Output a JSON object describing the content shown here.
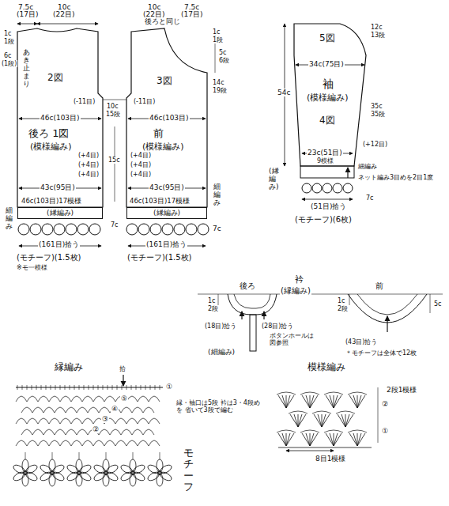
{
  "diagram": {
    "nodes": [
      {
        "text": [
          "2図",
          "後ろ 1図",
          "(模様編み)"
        ]
      },
      {
        "text": [
          "3図",
          "前",
          "(模様編み)"
        ]
      },
      {
        "text": [
          "5図",
          "袖",
          "(模様編み)",
          "4図"
        ]
      },
      {
        "text": [
          "(縁編み)"
        ]
      },
      {
        "text": [
          "(縁編み)"
        ]
      }
    ],
    "labels": [
      "7.5c",
      "(17目)",
      "10c",
      "(22目)",
      "10c",
      "(22目)",
      "7.5c",
      "(17目)",
      "後ろと同じ",
      "1c",
      "1段",
      "6c",
      "(1段)",
      "あき止まり",
      "(-11目)",
      "(-11目)",
      "46c(103目)",
      "46c(103目)",
      "10c",
      "15段",
      "(+4目)",
      "(+4目)",
      "(+4目)",
      "(+4目)",
      "(+4目)",
      "(+4目)",
      "15c",
      "43c(95目)",
      "43c(95目)",
      "46c(103目)17模様",
      "46c(103目)17模様",
      "7c",
      "7c",
      "細編み",
      "細編み",
      "(161目)拾う",
      "(161目)拾う",
      "(モチーフ)(1.5枚)",
      "(モチーフ)(1.5枚)",
      "※モ一模様",
      "1c",
      "1段",
      "5c",
      "6段",
      "14c",
      "19段",
      "12c",
      "13段",
      "34c(75目)",
      "54c",
      "35c",
      "35段",
      "(+12目)",
      "23c(51目)",
      "9模様",
      "(縁編み)",
      "細編み",
      "ネット編み3目めを2目1度",
      "7c",
      "(51目)拾う",
      "(モチーフ)(6枚)",
      "衿",
      "(縁編み)",
      "後ろ",
      "前",
      "1c",
      "2段",
      "1c",
      "2段",
      "5c",
      "(18目)拾う",
      "(28目)拾う",
      "ボタンホールは図参照",
      "(細編み)",
      "(43目)拾う",
      "＊モチーフは全体で12枚",
      "縁編み",
      "拾",
      "①",
      "②",
      "③",
      "④",
      "⑤",
      "縁・袖口は5段 衿は3・4段めを 省いて3段で編む",
      "モチーフ",
      "模様編み",
      "2段1模様",
      "②",
      "①",
      "8目1模様"
    ]
  }
}
